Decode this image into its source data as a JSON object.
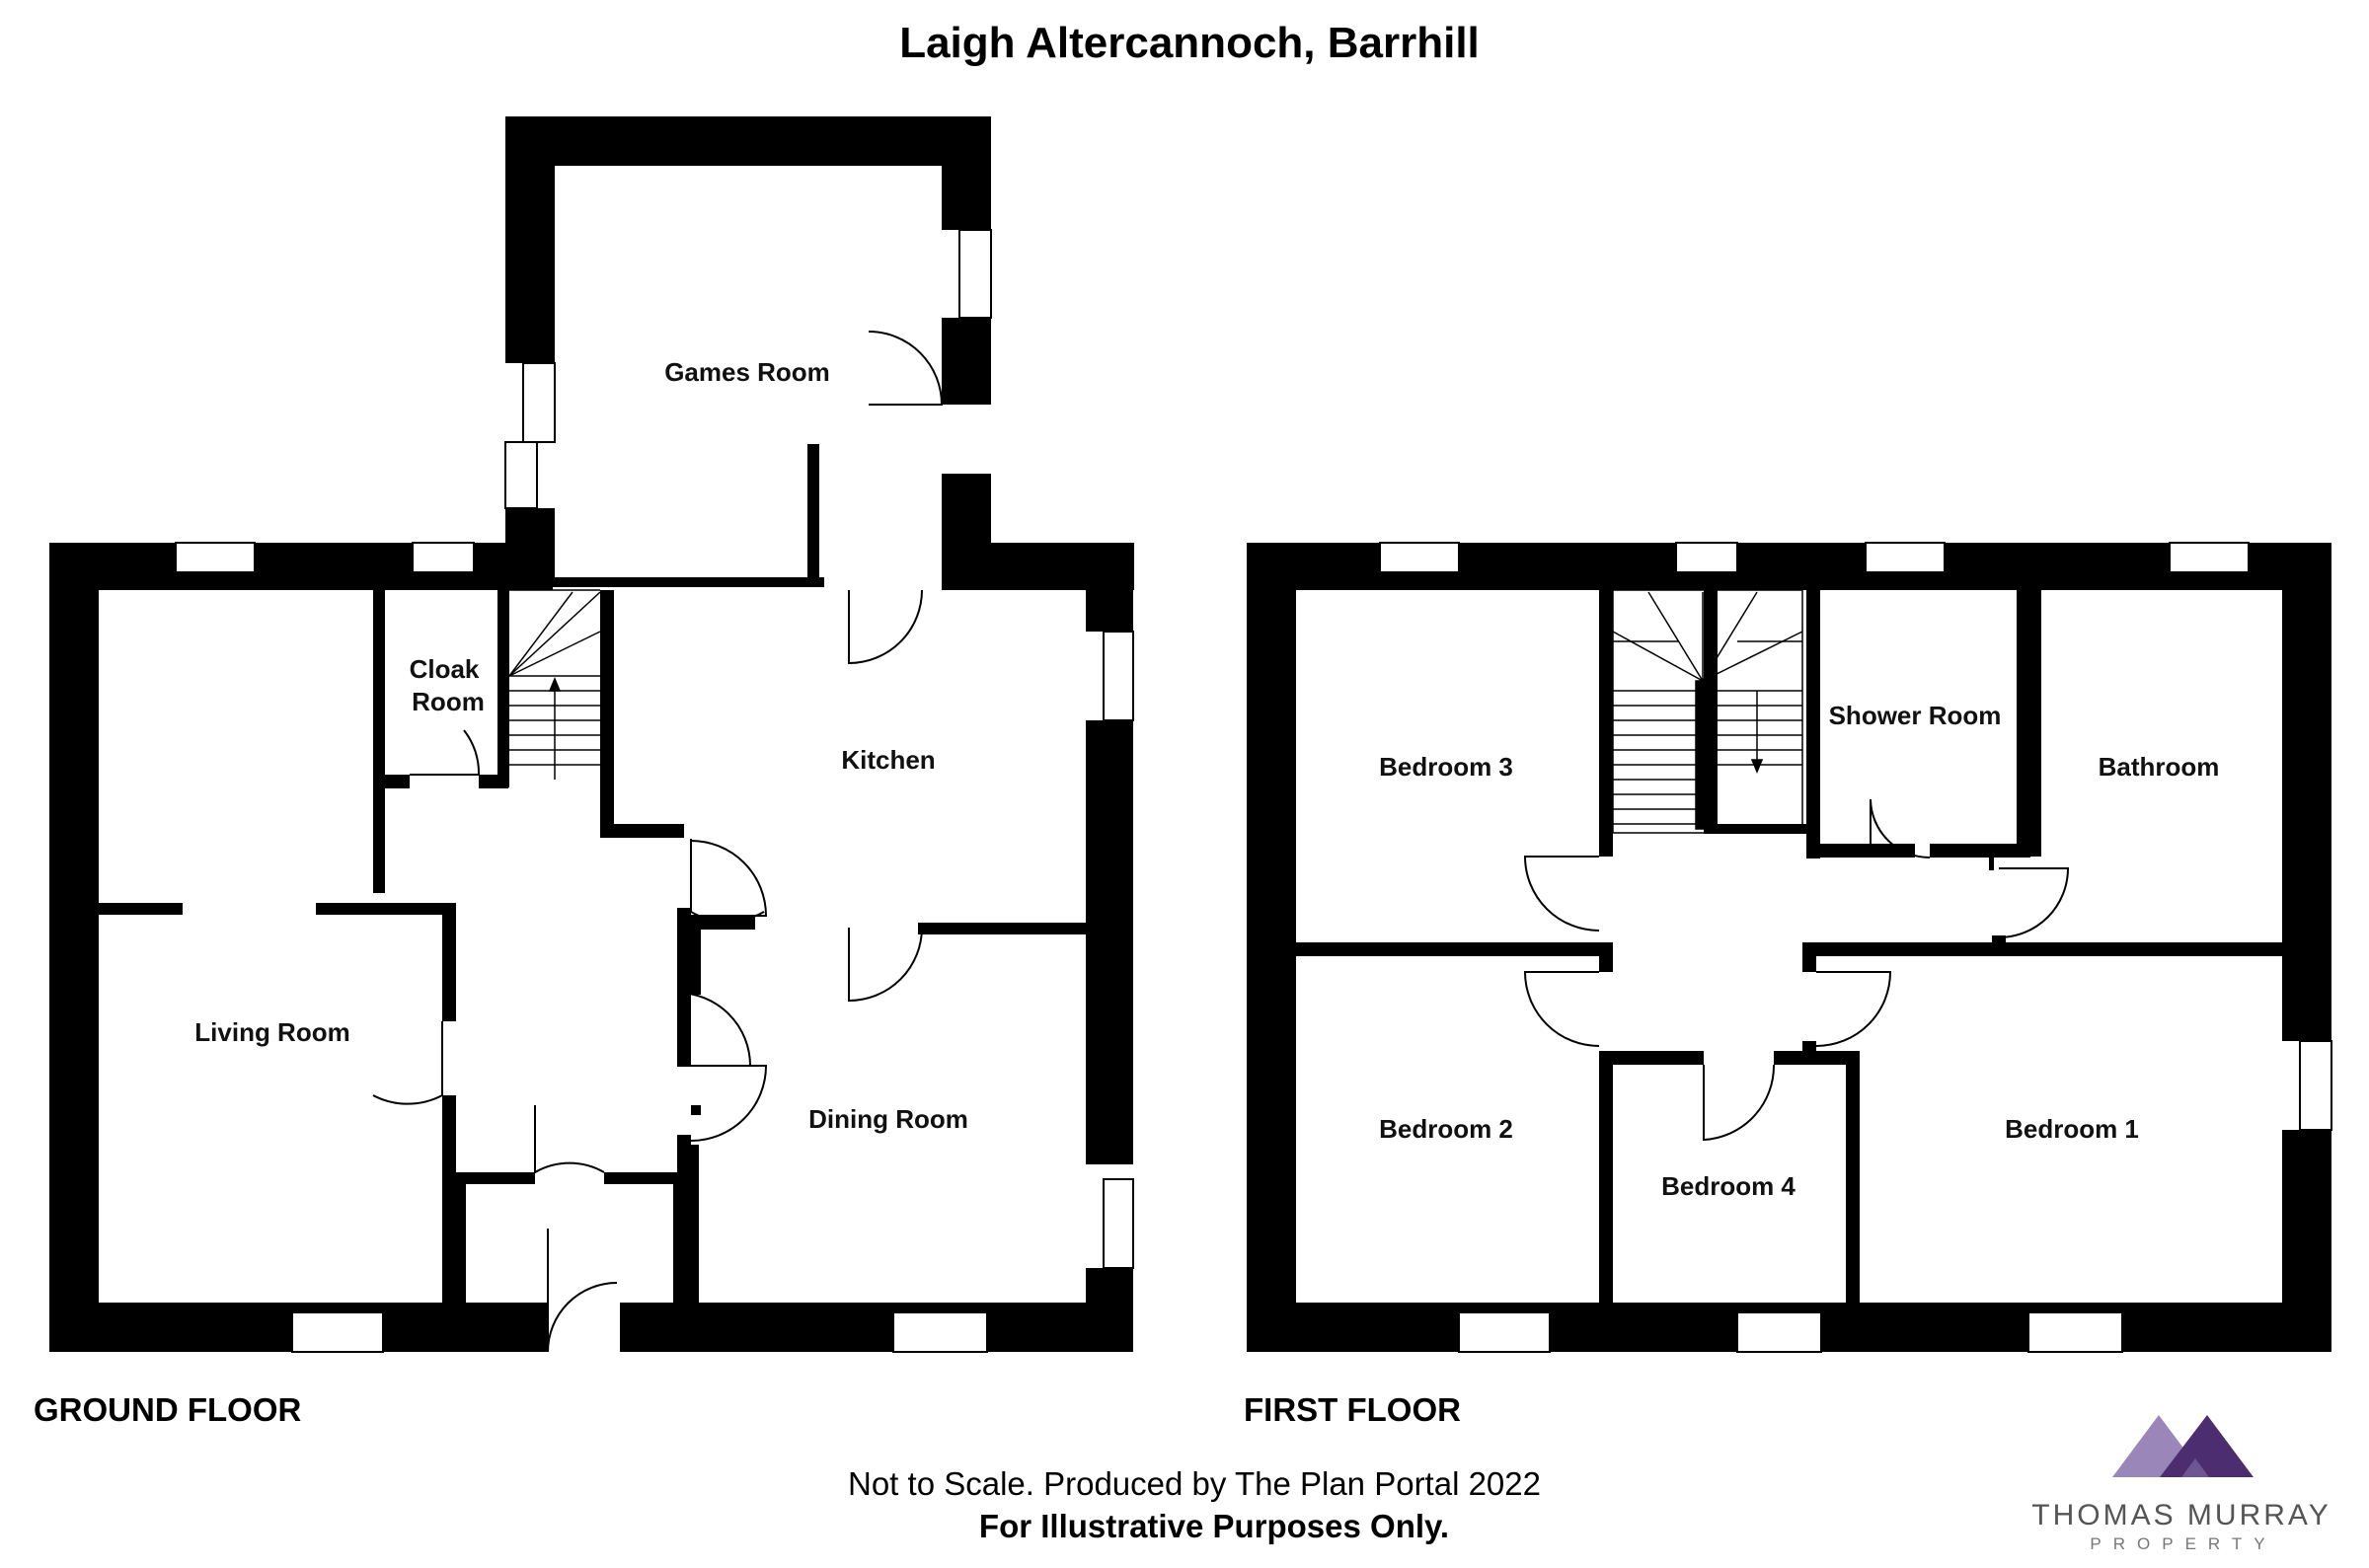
{
  "title": "Laigh Altercannoch, Barrhill",
  "floors": {
    "ground": {
      "label": "GROUND FLOOR"
    },
    "first": {
      "label": "FIRST FLOOR"
    }
  },
  "rooms": {
    "games_room": "Games Room",
    "cloak_room_1": "Cloak",
    "cloak_room_2": "Room",
    "kitchen": "Kitchen",
    "living_room": "Living Room",
    "dining_room": "Dining Room",
    "bedroom_3": "Bedroom 3",
    "shower_room": "Shower Room",
    "bathroom": "Bathroom",
    "bedroom_2": "Bedroom 2",
    "bedroom_4": "Bedroom 4",
    "bedroom_1": "Bedroom 1"
  },
  "footer": {
    "note": "Not to Scale. Produced by The Plan Portal 2022",
    "disclaimer": "For Illustrative Purposes Only."
  },
  "brand": {
    "name": "THOMAS MURRAY",
    "sub": "PROPERTY",
    "color_light": "#9a86b8",
    "color_dark": "#4b2d70"
  }
}
